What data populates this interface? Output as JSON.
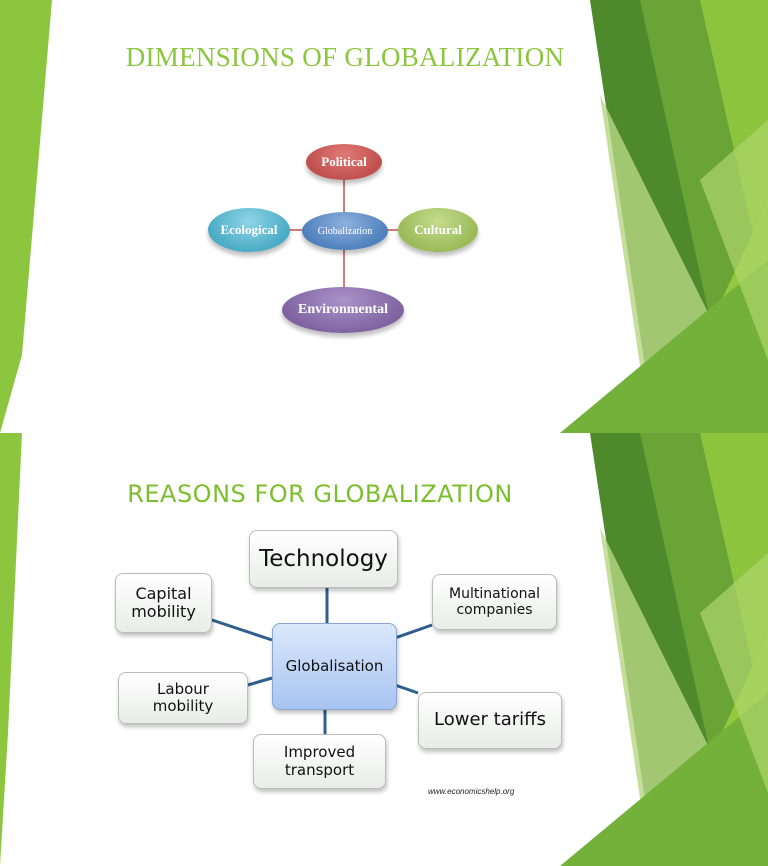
{
  "slide1": {
    "title": "DIMENSIONS OF GLOBALIZATION",
    "center_label": "Globalization",
    "nodes": {
      "political": "Political",
      "ecological": "Ecological",
      "cultural": "Cultural",
      "environmental": "Environmental"
    },
    "colors": {
      "title": "#8cc63f",
      "political": "#c0504d",
      "ecological": "#4bacc6",
      "cultural": "#9bbb59",
      "environmental": "#8064a2",
      "center": "#4f81bd"
    }
  },
  "slide2": {
    "title": "REASONS FOR GLOBALIZATION",
    "center_label": "Globalisation",
    "nodes": {
      "technology": "Technology",
      "capital_mobility": "Capital mobility",
      "multinational_companies": "Multinational companies",
      "labour_mobility": "Labour mobility",
      "lower_tariffs": "Lower tariffs",
      "improved_transport": "Improved transport"
    },
    "credit": "www.economicshelp.org",
    "colors": {
      "title": "#7cbf2e",
      "connector": "#2f5f8f",
      "center_fill": "#b7cff5"
    }
  }
}
